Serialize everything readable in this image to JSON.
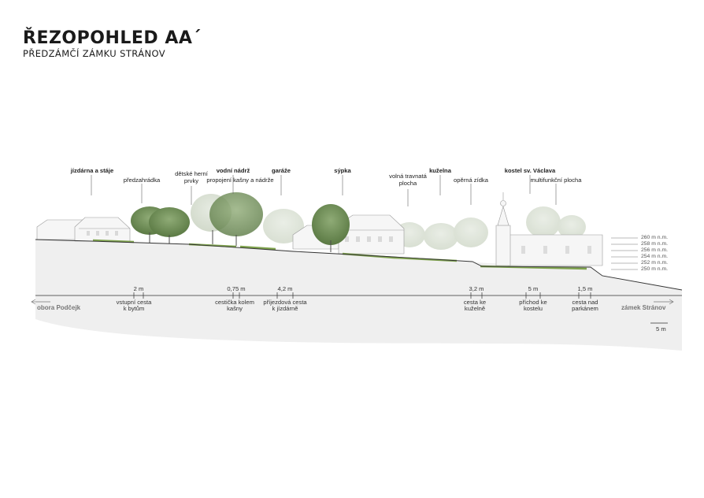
{
  "title": "ŘEZOPOHLED AA´",
  "subtitle": "PŘEDZÁMČÍ ZÁMKU STRÁNOV",
  "labels": {
    "jizdarna": "jízdárna a stáje",
    "predzahradka": "předzahrádka",
    "detske_1": "dětské herní",
    "detske_2": "prvky",
    "vodni_nadrz": "vodní nádrž",
    "propojeni": "propojení kašny a nádrže",
    "garaze": "garáže",
    "sypka": "sýpka",
    "volna_1": "volná travnatá",
    "volna_2": "plocha",
    "kuzelna": "kuželna",
    "operna": "opěrná zídka",
    "kostel": "kostel sv. Václava",
    "multifunkcni": "multifunkční plocha"
  },
  "dimensions": [
    {
      "value": "2 m",
      "line1": "vstupní cesta",
      "line2": "k bytům"
    },
    {
      "value": "0,75 m",
      "line1": "cestička kolem",
      "line2": "kašny"
    },
    {
      "value": "4,2 m",
      "line1": "příjezdová cesta",
      "line2": "k jízdárně"
    },
    {
      "value": "3,2 m",
      "line1": "cesta ke",
      "line2": "kuželně"
    },
    {
      "value": "5 m",
      "line1": "příchod ke",
      "line2": "kostelu"
    },
    {
      "value": "1,5 m",
      "line1": "cesta nad",
      "line2": "parkánem"
    }
  ],
  "ends": {
    "left": "obora Podčejk",
    "right": "zámek Stránov"
  },
  "elevations": [
    "260 m n.m.",
    "258 m n.m.",
    "256 m n.m.",
    "254 m n.m.",
    "252 m n.m.",
    "250 m n.m."
  ],
  "scale_bar": "5 m",
  "colors": {
    "grass": "#7fa34e",
    "ground": "#eeeeee",
    "line": "#333333",
    "tree": "#6f8f55"
  }
}
